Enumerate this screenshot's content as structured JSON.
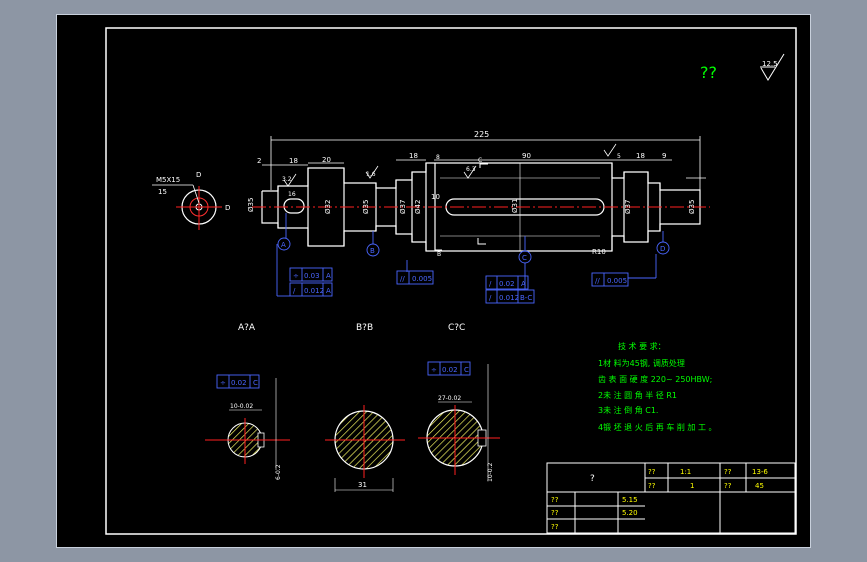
{
  "colors": {
    "background": "#8d96a4",
    "paper": "#000000",
    "line": "#ffffff",
    "center_line": "#ff2020",
    "dimension": "#4a66ff",
    "hatch": "#ffff66",
    "text_green": "#00ff00",
    "text_yellow": "#ffff00"
  },
  "title_mark": "??",
  "roughness_corner": "12.5",
  "center_hole": {
    "label": "M5X15",
    "depth": "15",
    "mark": "D"
  },
  "dims": {
    "overall": "225",
    "d2": "2",
    "d18a": "18",
    "d20": "20",
    "d18b": "18",
    "d8": "8",
    "d90": "90",
    "d5": "5",
    "d18c": "18",
    "d9": "9",
    "d10": "10",
    "d16": "16",
    "r10": "R10",
    "phi_left": "Ø35",
    "phi_a": "Ø32",
    "phi_b": "Ø35",
    "phi_c": "Ø37",
    "phi_d": "Ø42",
    "phi_e": "Ø31",
    "phi_f": "Ø37",
    "phi_g": "Ø35",
    "roughness_a": "3.2",
    "roughness_b": "6.3",
    "roughness_c": "1.6"
  },
  "datums": {
    "a": "A",
    "b": "B",
    "c": "C",
    "d": "D"
  },
  "tolerances": [
    {
      "sym": "÷",
      "val": "0.03",
      "ref": "A"
    },
    {
      "sym": "/",
      "val": "0.012",
      "ref": "A"
    },
    {
      "sym": "//",
      "val": "0.005",
      "ref": ""
    },
    {
      "sym": "/",
      "val": "0.02",
      "ref": "A"
    },
    {
      "sym": "/",
      "val": "0.012",
      "ref": "B-C"
    },
    {
      "sym": "//",
      "val": "0.005",
      "ref": ""
    },
    {
      "sym": "÷",
      "val": "0.02",
      "ref": "C"
    },
    {
      "sym": "÷",
      "val": "0.02",
      "ref": "C"
    }
  ],
  "sections": {
    "a": {
      "title": "A?A",
      "width": "10-0.02",
      "depth": "6-0.2"
    },
    "b": {
      "title": "B?B",
      "dia": "31"
    },
    "c": {
      "title": "C?C",
      "width": "27-0.02",
      "depth": "10-0.2"
    }
  },
  "notes": {
    "heading": "技 术 要 求：",
    "lines": [
      "1材 料为45钢, 调质处理",
      "齿 表 面 硬 度 220~ 250HBW;",
      "2未 注 圆 角 半 径 R1",
      "3未 注 倒 角 C1.",
      "4锻 坯 退 火 后 再 车 削 加 工 。"
    ]
  },
  "title_block": {
    "name": "?",
    "r1": [
      "??",
      "1:1",
      "??",
      "13-6"
    ],
    "r2": [
      "??",
      "1",
      "??",
      "45"
    ],
    "left_rows": [
      [
        "??",
        "5.15"
      ],
      [
        "??",
        "5.20"
      ],
      [
        "??",
        ""
      ]
    ]
  }
}
